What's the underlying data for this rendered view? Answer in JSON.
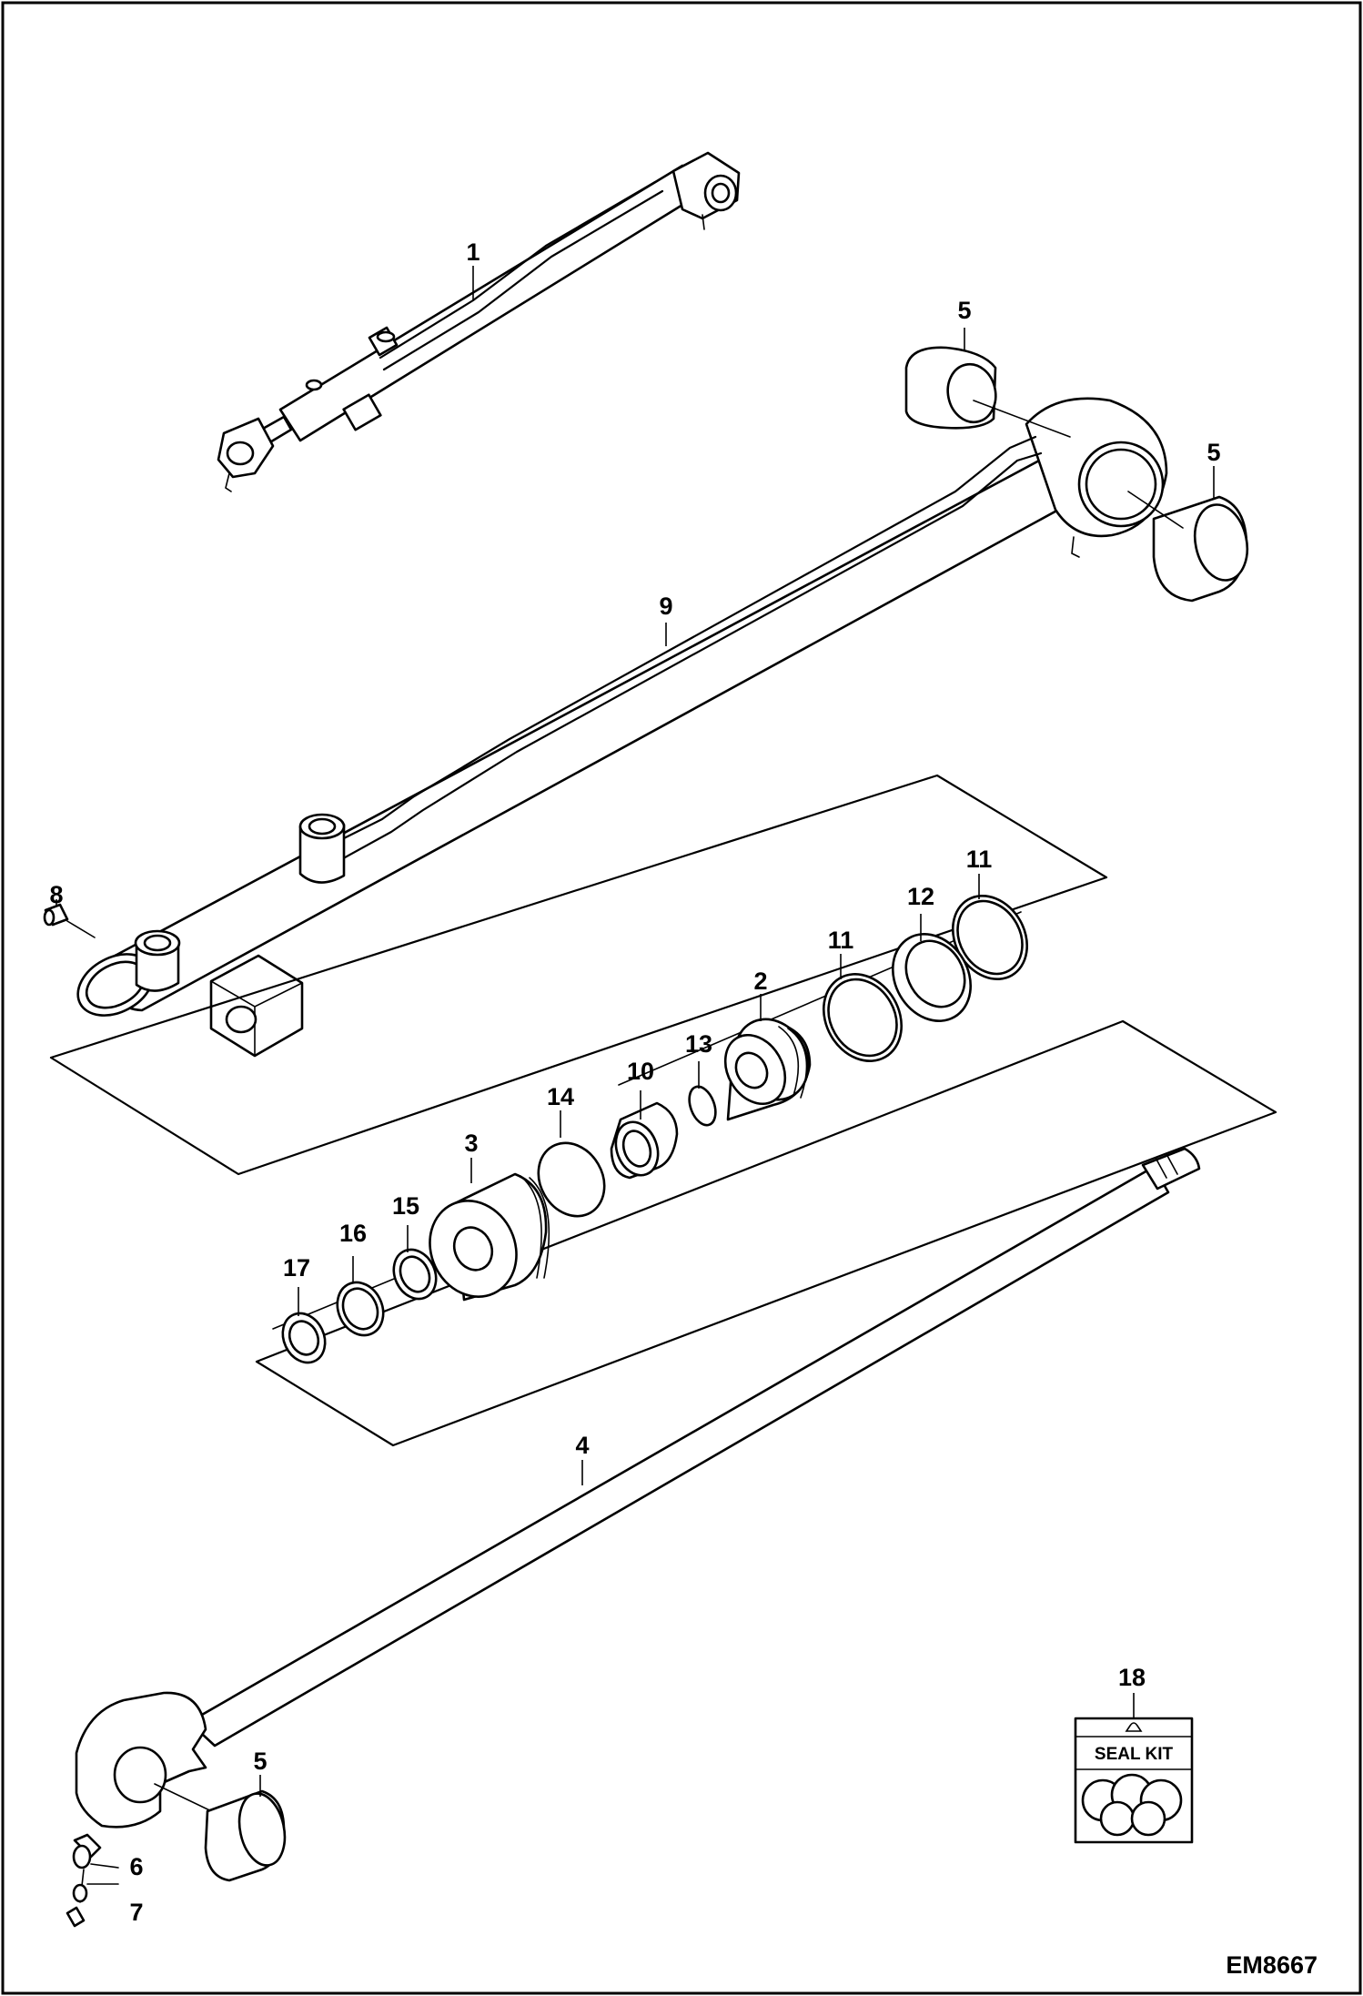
{
  "figure": {
    "id": "EM8667"
  },
  "callouts": [
    {
      "key": "cylinder-assembly",
      "label": "1"
    },
    {
      "key": "piston",
      "label": "2"
    },
    {
      "key": "rod-head",
      "label": "3"
    },
    {
      "key": "rod",
      "label": "4"
    },
    {
      "key": "bushing-top-left",
      "label": "5"
    },
    {
      "key": "bushing-top-right",
      "label": "5"
    },
    {
      "key": "bushing-rod-end",
      "label": "5"
    },
    {
      "key": "grease-fitting-rod",
      "label": "6"
    },
    {
      "key": "dust-cap-rod",
      "label": "7"
    },
    {
      "key": "plug",
      "label": "8"
    },
    {
      "key": "barrel",
      "label": "9"
    },
    {
      "key": "spacer",
      "label": "10"
    },
    {
      "key": "seal-left",
      "label": "11"
    },
    {
      "key": "seal-right",
      "label": "11"
    },
    {
      "key": "wear-ring",
      "label": "12"
    },
    {
      "key": "o-ring-small",
      "label": "13"
    },
    {
      "key": "o-ring-head",
      "label": "14"
    },
    {
      "key": "rod-seal",
      "label": "15"
    },
    {
      "key": "backup-ring",
      "label": "16"
    },
    {
      "key": "wiper",
      "label": "17"
    },
    {
      "key": "seal-kit",
      "label": "18"
    }
  ],
  "seal_kit": {
    "label": "SEAL KIT",
    "icon": "o-rings-icon"
  }
}
